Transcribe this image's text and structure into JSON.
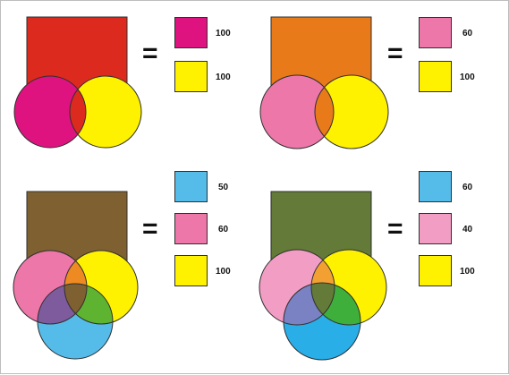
{
  "panels": [
    {
      "equals": "=",
      "result_color": "#dd2a1e",
      "circles": [
        {
          "name": "magenta",
          "fill": "#df1380"
        },
        {
          "name": "yellow",
          "fill": "#fff200"
        }
      ],
      "overlaps": {
        "ab": "#dd2a1e"
      },
      "swatches": [
        {
          "color": "#df1380",
          "value": "100"
        },
        {
          "color": "#fff200",
          "value": "100"
        }
      ]
    },
    {
      "equals": "=",
      "result_color": "#e97a1a",
      "circles": [
        {
          "name": "pink",
          "fill": "#ee77aa"
        },
        {
          "name": "yellow",
          "fill": "#fff200"
        }
      ],
      "overlaps": {
        "ab": "#e97a1a"
      },
      "swatches": [
        {
          "color": "#ee77aa",
          "value": "60"
        },
        {
          "color": "#fff200",
          "value": "100"
        }
      ]
    },
    {
      "equals": "=",
      "result_color": "#7f6031",
      "circles": [
        {
          "name": "pink",
          "fill": "#ee77aa"
        },
        {
          "name": "yellow",
          "fill": "#fff200"
        },
        {
          "name": "cyan",
          "fill": "#55bce9"
        }
      ],
      "overlaps": {
        "ab": "#ed8a22",
        "ac": "#7e5b9c",
        "bc": "#5eb431",
        "abc": "#7f6031"
      },
      "swatches": [
        {
          "color": "#55bce9",
          "value": "50"
        },
        {
          "color": "#ee77aa",
          "value": "60"
        },
        {
          "color": "#fff200",
          "value": "100"
        }
      ]
    },
    {
      "equals": "=",
      "result_color": "#637a38",
      "circles": [
        {
          "name": "light-pink",
          "fill": "#f29dc4"
        },
        {
          "name": "yellow",
          "fill": "#fff200"
        },
        {
          "name": "cyan",
          "fill": "#29aee8"
        }
      ],
      "overlaps": {
        "ab": "#f3a033",
        "ac": "#7a82c4",
        "bc": "#3faf3c",
        "abc": "#637a38"
      },
      "swatches": [
        {
          "color": "#55bce9",
          "value": "60"
        },
        {
          "color": "#f29dc4",
          "value": "40"
        },
        {
          "color": "#fff200",
          "value": "100"
        }
      ]
    }
  ]
}
